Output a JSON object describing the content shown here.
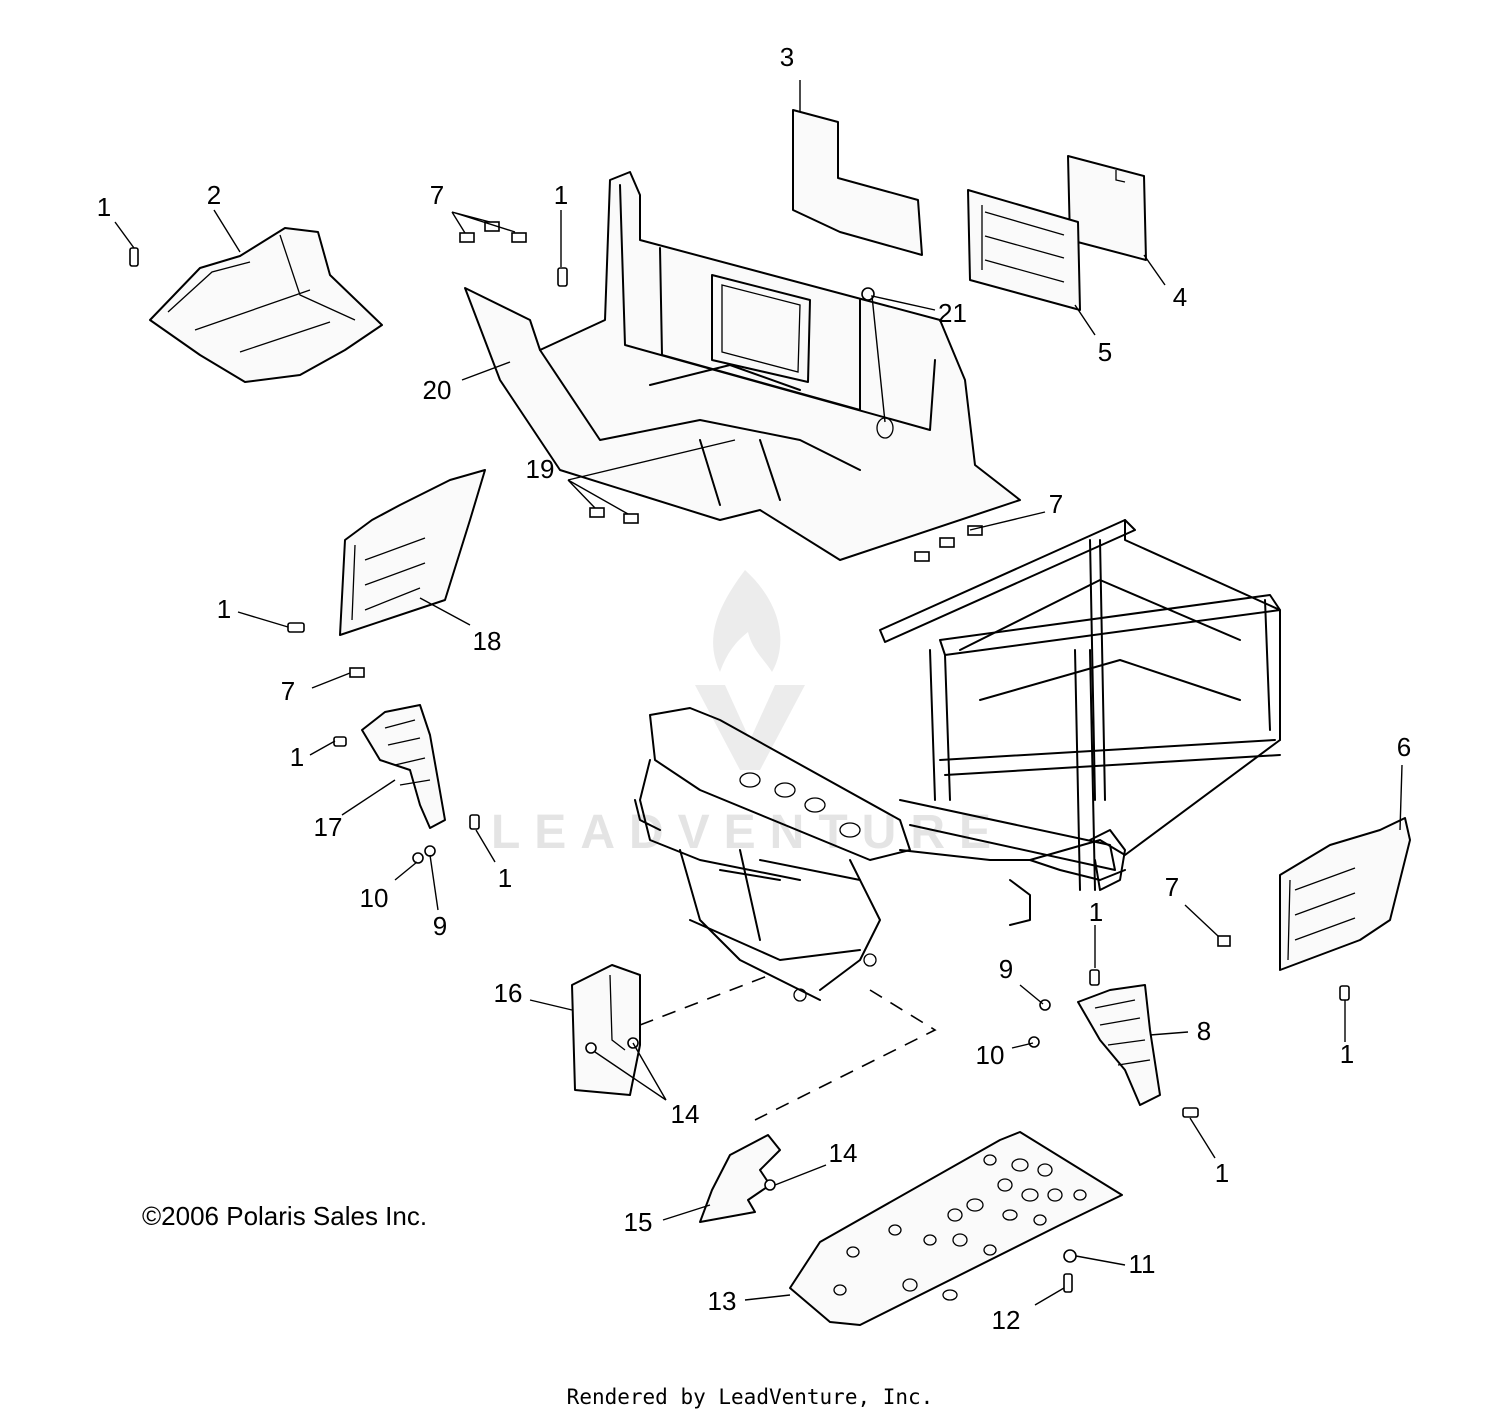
{
  "callouts": [
    {
      "label": "1"
    },
    {
      "label": "2"
    },
    {
      "label": "1"
    },
    {
      "label": "7"
    },
    {
      "label": "3"
    },
    {
      "label": "21"
    },
    {
      "label": "4"
    },
    {
      "label": "5"
    },
    {
      "label": "20"
    },
    {
      "label": "19"
    },
    {
      "label": "7"
    },
    {
      "label": "1"
    },
    {
      "label": "18"
    },
    {
      "label": "7"
    },
    {
      "label": "1"
    },
    {
      "label": "17"
    },
    {
      "label": "10"
    },
    {
      "label": "9"
    },
    {
      "label": "1"
    },
    {
      "label": "6"
    },
    {
      "label": "7"
    },
    {
      "label": "1"
    },
    {
      "label": "9"
    },
    {
      "label": "10"
    },
    {
      "label": "8"
    },
    {
      "label": "1"
    },
    {
      "label": "16"
    },
    {
      "label": "14"
    },
    {
      "label": "14"
    },
    {
      "label": "15"
    },
    {
      "label": "1"
    },
    {
      "label": "11"
    },
    {
      "label": "13"
    },
    {
      "label": "12"
    }
  ],
  "copyright": "©2006 Polaris Sales Inc.",
  "rendered_by": "Rendered by LeadVenture, Inc.",
  "watermark": "LEADVENTURE"
}
